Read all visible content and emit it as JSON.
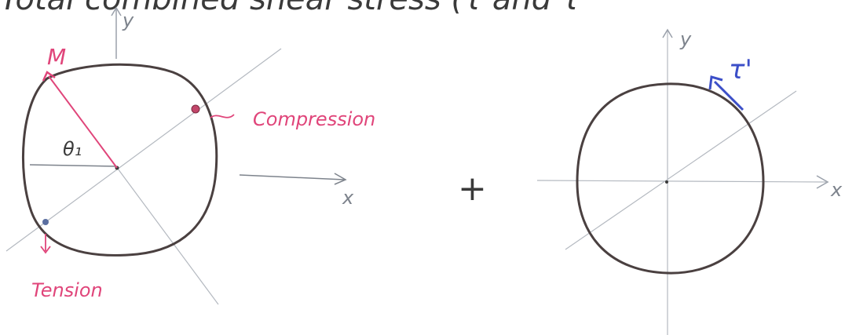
{
  "header_text": "Total combined shear stress (τ and τ",
  "left_diagram": {
    "y_axis_label": "y",
    "x_axis_label": "x",
    "moment_label": "M",
    "angle_label": "θ₁",
    "compression_label": "Compression",
    "tension_label": "Tension"
  },
  "operator": "+",
  "right_diagram": {
    "y_axis_label": "y",
    "x_axis_label": "x",
    "shear_label": "τ'"
  },
  "colors": {
    "ink": "#3a3a3a",
    "axis": "#9aa0aa",
    "moment": "#e0457a",
    "shear": "#3c4fc8"
  }
}
